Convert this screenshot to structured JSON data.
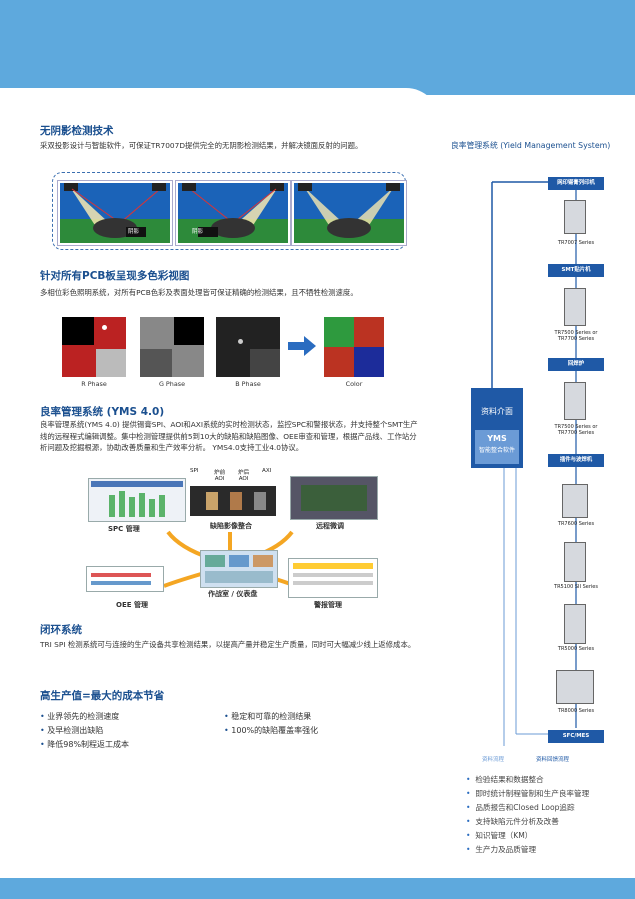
{
  "section1": {
    "title": "无阴影检测技术",
    "body": "采双投影设计与智能软件，可保证TR7007D提供完全的无阴影检测结果，并解决镜面反射的问题。",
    "scene_labels": [
      "阴影",
      "阴影"
    ]
  },
  "section2": {
    "title": "针对所有PCB板呈现多色彩视图",
    "body": "多相位彩色照明系统，对所有PCB色彩及表面处理皆可保证精确的检测结果，且不牺牲检测速度。",
    "phases": [
      "R Phase",
      "G Phase",
      "B Phase",
      "Color"
    ]
  },
  "section3": {
    "title": "良率管理系统 (YMS 4.0)",
    "body": "良率管理系统(YMS 4.0) 提供锡膏SPI、AOI和AXI系统的实时检测状态，监控SPC和警报状态，并支持整个SMT生产线的远程程式编辑调整。集中检测管理提供前5到10大的缺陷和缺陷图像、OEE审查和管理，根据产品线、工作站分析问题及挖掘根源，协助改善质量和生产效率分析。 YMS4.0支持工业4.0协议。",
    "diagram": {
      "header_labels": [
        "SPI",
        "炉前\nAOI",
        "炉后\nAOI",
        "AXI"
      ],
      "spc": "SPC 管理",
      "defect": "缺陷影像整合",
      "remote": "远程微调",
      "oee": "OEE 管理",
      "warroom": "作战室 / 仪表盘",
      "alarm": "警报管理"
    }
  },
  "section4": {
    "title": "闭环系统",
    "body": "TRI SPI 检测系统可与连接的生产设备共享检测结果，以提高产量并稳定生产质量，同时可大幅减少线上返修成本。"
  },
  "section5": {
    "title": "高生产值=最大的成本节省",
    "bullets_left": [
      "业界领先的检测速度",
      "及早检测出缺陷",
      "降低98%制程返工成本"
    ],
    "bullets_right": [
      "稳定和可靠的检测结果",
      "100%的缺陷覆盖率强化"
    ]
  },
  "right": {
    "title": "良率管理系统 (Yield Management System)",
    "interface": "资料介面",
    "yms": "YMS",
    "yms_sub": "智能整合软件",
    "boxes": [
      "网印锡膏列印机",
      "SMT贴片机",
      "回焊炉",
      "插件与波焊机",
      "SFC/MES"
    ],
    "series": [
      "TR7007 Series",
      "TR7500 Series or\nTR7700 Series",
      "TR7500 Series or\nTR7700 Series",
      "TR7600 Series",
      "TR5100 SII Series",
      "TR5000 Series",
      "TR8000 Series"
    ],
    "legend": [
      "资料流程",
      "资料回馈流程"
    ],
    "bullets": [
      "检验结果和数据整合",
      "即时统计制程管制和生产良率管理",
      "品质报告和Closed Loop追踪",
      "支持缺陷元件分析及改善",
      "知识管理（KM）",
      "生产力及品质管理"
    ],
    "colors": {
      "accent": "#1f59a6",
      "band": "#5ea9dd"
    }
  }
}
